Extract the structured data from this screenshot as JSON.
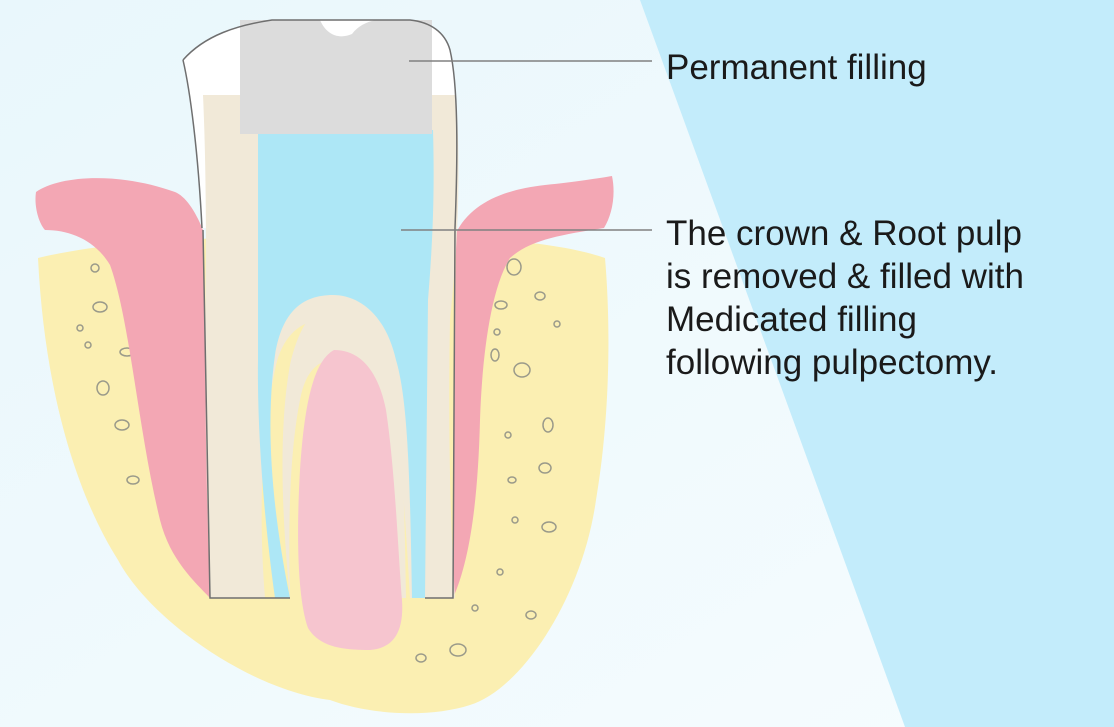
{
  "labels": {
    "permanent_filling": "Permanent filling",
    "pulp_lines": [
      "The crown & Root pulp",
      "is removed & filled with",
      "Medicated filling",
      "following pulpectomy."
    ]
  },
  "colors": {
    "background_left": "#eef9fd",
    "background_panel": "#c3ecfb",
    "bone": "#fbefb2",
    "gum": "#f3a7b4",
    "dentin": "#f1e9d8",
    "enamel": "#ffffff",
    "permanent_filling": "#dcdcdc",
    "medicated_filling": "#ade7f6",
    "inner_tissue": "#f6c5cf",
    "leader_line": "#808080"
  }
}
